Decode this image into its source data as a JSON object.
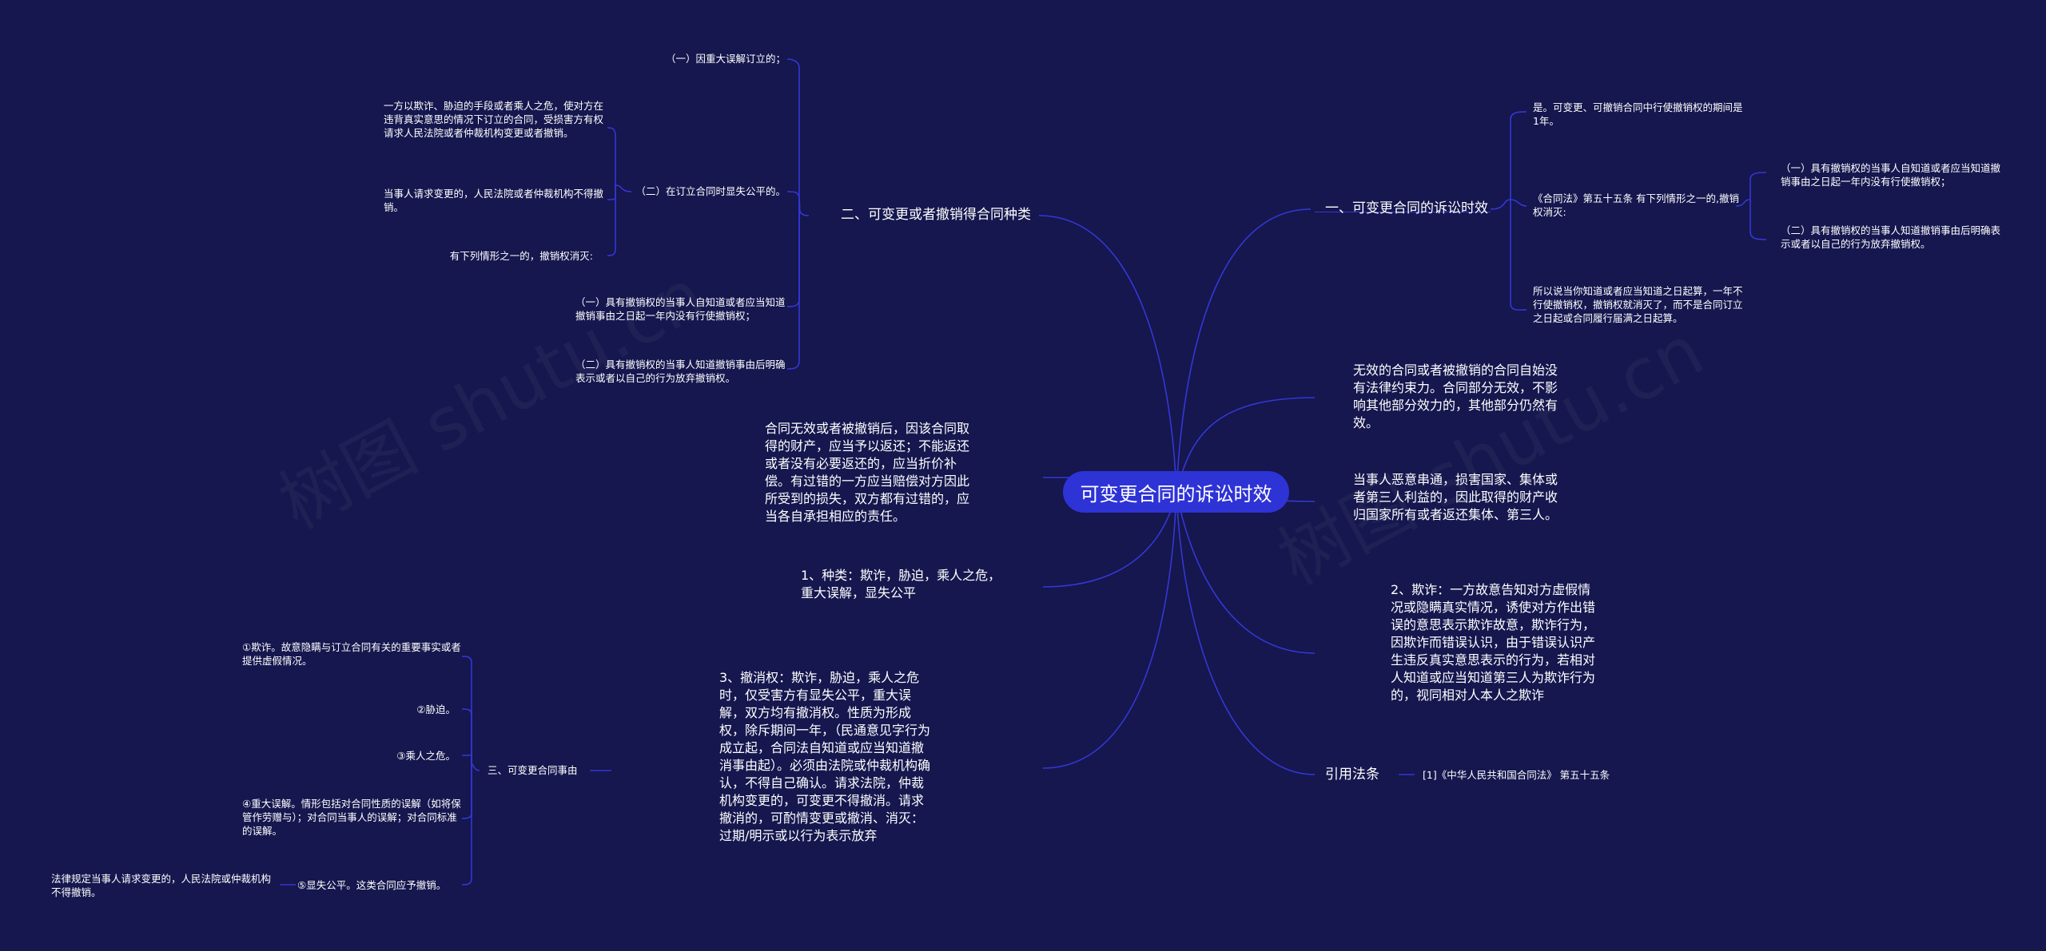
{
  "root": "可变更合同的诉讼时效",
  "right": {
    "b1": {
      "label": "一、可变更合同的诉讼时效",
      "items": [
        "是。可变更、可撤销合同中行使撤销权的期间是1年。",
        "《合同法》第五十五条 有下列情形之一的,撤销权消灭:",
        "所以说当你知道或者应当知道之日起算，一年不行使撤销权，撤销权就消灭了，而不是合同订立之日起或合同履行届满之日起算。"
      ],
      "sub": [
        "（一）具有撤销权的当事人自知道或者应当知道撤销事由之日起一年内没有行使撤销权；",
        "（二）具有撤销权的当事人知道撤销事由后明确表示或者以自己的行为放弃撤销权。"
      ]
    },
    "t1": "无效的合同或者被撤销的合同自始没有法律约束力。合同部分无效，不影响其他部分效力的，其他部分仍然有效。",
    "t2": "当事人恶意串通，损害国家、集体或者第三人利益的，因此取得的财产收归国家所有或者返还集体、第三人。",
    "t3": "2、欺诈：一方故意告知对方虚假情况或隐瞒真实情况，诱使对方作出错误的意思表示欺诈故意，欺诈行为，因欺诈而错误认识，由于错误认识产生违反真实意思表示的行为，若相对人知道或应当知道第三人为欺诈行为的，视同相对人本人之欺诈",
    "law": {
      "label": "引用法条",
      "item": "[1]《中华人民共和国合同法》 第五十五条"
    }
  },
  "left": {
    "b2": {
      "label": "二、可变更或者撤销得合同种类",
      "items": [
        "（一）因重大误解订立的；",
        "（二）在订立合同时显失公平的。",
        "（一）具有撤销权的当事人自知道或者应当知道撤销事由之日起一年内没有行使撤销权；",
        "（二）具有撤销权的当事人知道撤销事由后明确表示或者以自己的行为放弃撤销权。"
      ],
      "sub": [
        "一方以欺诈、胁迫的手段或者乘人之危，使对方在违背真实意思的情况下订立的合同，受损害方有权请求人民法院或者仲裁机构变更或者撤销。",
        "当事人请求变更的，人民法院或者仲裁机构不得撤销。",
        "有下列情形之一的，撤销权消灭:"
      ]
    },
    "t4": "合同无效或者被撤销后，因该合同取得的财产，应当予以返还；不能返还或者没有必要返还的，应当折价补偿。有过错的一方应当赔偿对方因此所受到的损失，双方都有过错的，应当各自承担相应的责任。",
    "t5": "1、种类：欺诈，胁迫，乘人之危，重大误解，显失公平",
    "t6": "3、撤消权：欺诈，胁迫，乘人之危时，仅受害方有显失公平，重大误解，双方均有撤消权。性质为形成权，除斥期间一年，（民通意见字行为成立起，合同法自知道或应当知道撤消事由起）。必须由法院或仲裁机构确认，不得自己确认。请求法院，仲裁机构变更的，可变更不得撤消。请求撤消的，可酌情变更或撤消、消灭：过期/明示或以行为表示放弃",
    "b3": {
      "label": "三、可变更合同事由",
      "items": [
        "①欺诈。故意隐瞒与订立合同有关的重要事实或者提供虚假情况。",
        "②胁迫。",
        "③乘人之危。",
        "④重大误解。情形包括对合同性质的误解（如将保管作劳赠与）；对合同当事人的误解；对合同标准的误解。",
        "⑤显失公平。这类合同应予撤销。"
      ],
      "sub": "法律规定当事人请求变更的，人民法院或仲裁机构不得撤销。"
    }
  },
  "watermark": [
    "树图 shutu.cn",
    "树图 shutu.cn"
  ]
}
